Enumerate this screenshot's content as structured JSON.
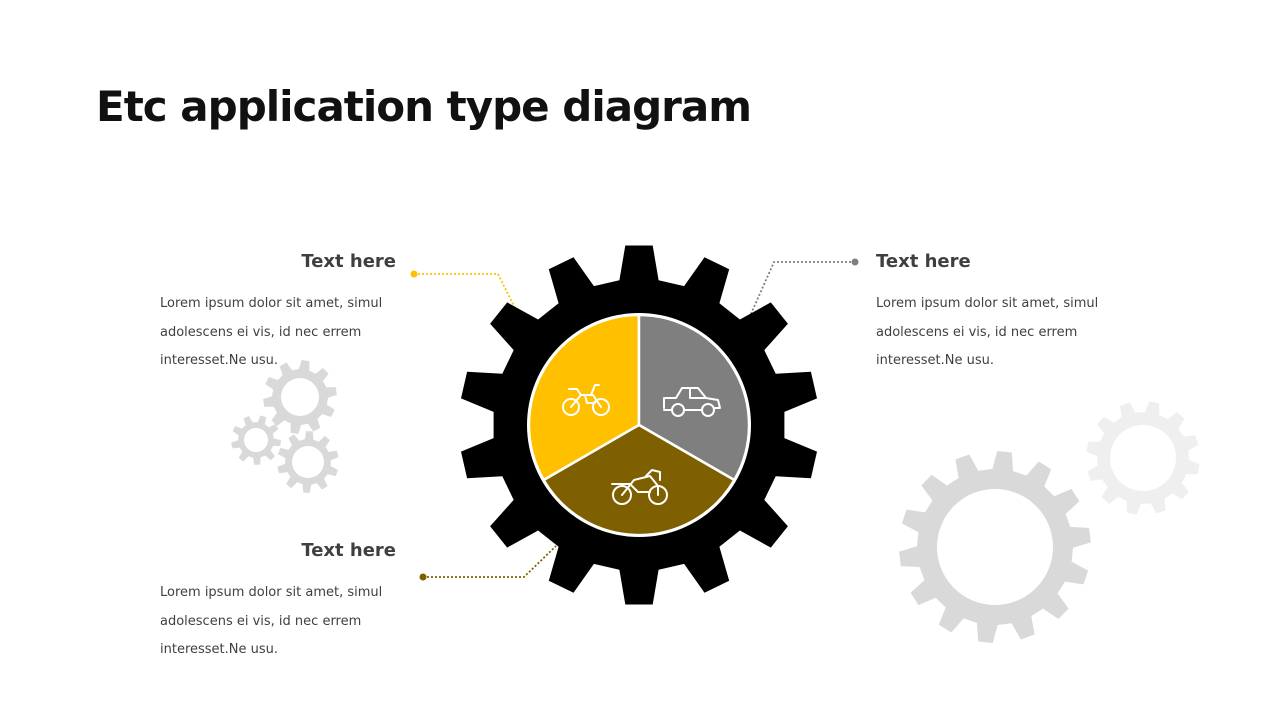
{
  "title": "Etc application type diagram",
  "colors": {
    "accent_yellow": "#FFC000",
    "accent_gray": "#7F7F7F",
    "accent_brown": "#7F6000",
    "gear_dark": "#000000",
    "gear_light": "#D9D9D9"
  },
  "blocks": {
    "top_left": {
      "heading": "Text here",
      "body": "Lorem ipsum dolor sit amet, simul adolescens ei vis, id nec errem interesset.Ne usu."
    },
    "bottom_left": {
      "heading": "Text here",
      "body": "Lorem ipsum dolor sit amet, simul adolescens ei vis, id nec errem interesset.Ne usu."
    },
    "top_right": {
      "heading": "Text here",
      "body": "Lorem ipsum dolor sit amet, simul adolescens ei vis, id nec errem interesset.Ne usu."
    }
  },
  "segments": [
    {
      "icon": "motorcycle-icon",
      "color": "#FFC000",
      "share": 0.3333
    },
    {
      "icon": "buggy-car-icon",
      "color": "#7F7F7F",
      "share": 0.3333
    },
    {
      "icon": "sport-bike-icon",
      "color": "#7F6000",
      "share": 0.3333
    }
  ]
}
